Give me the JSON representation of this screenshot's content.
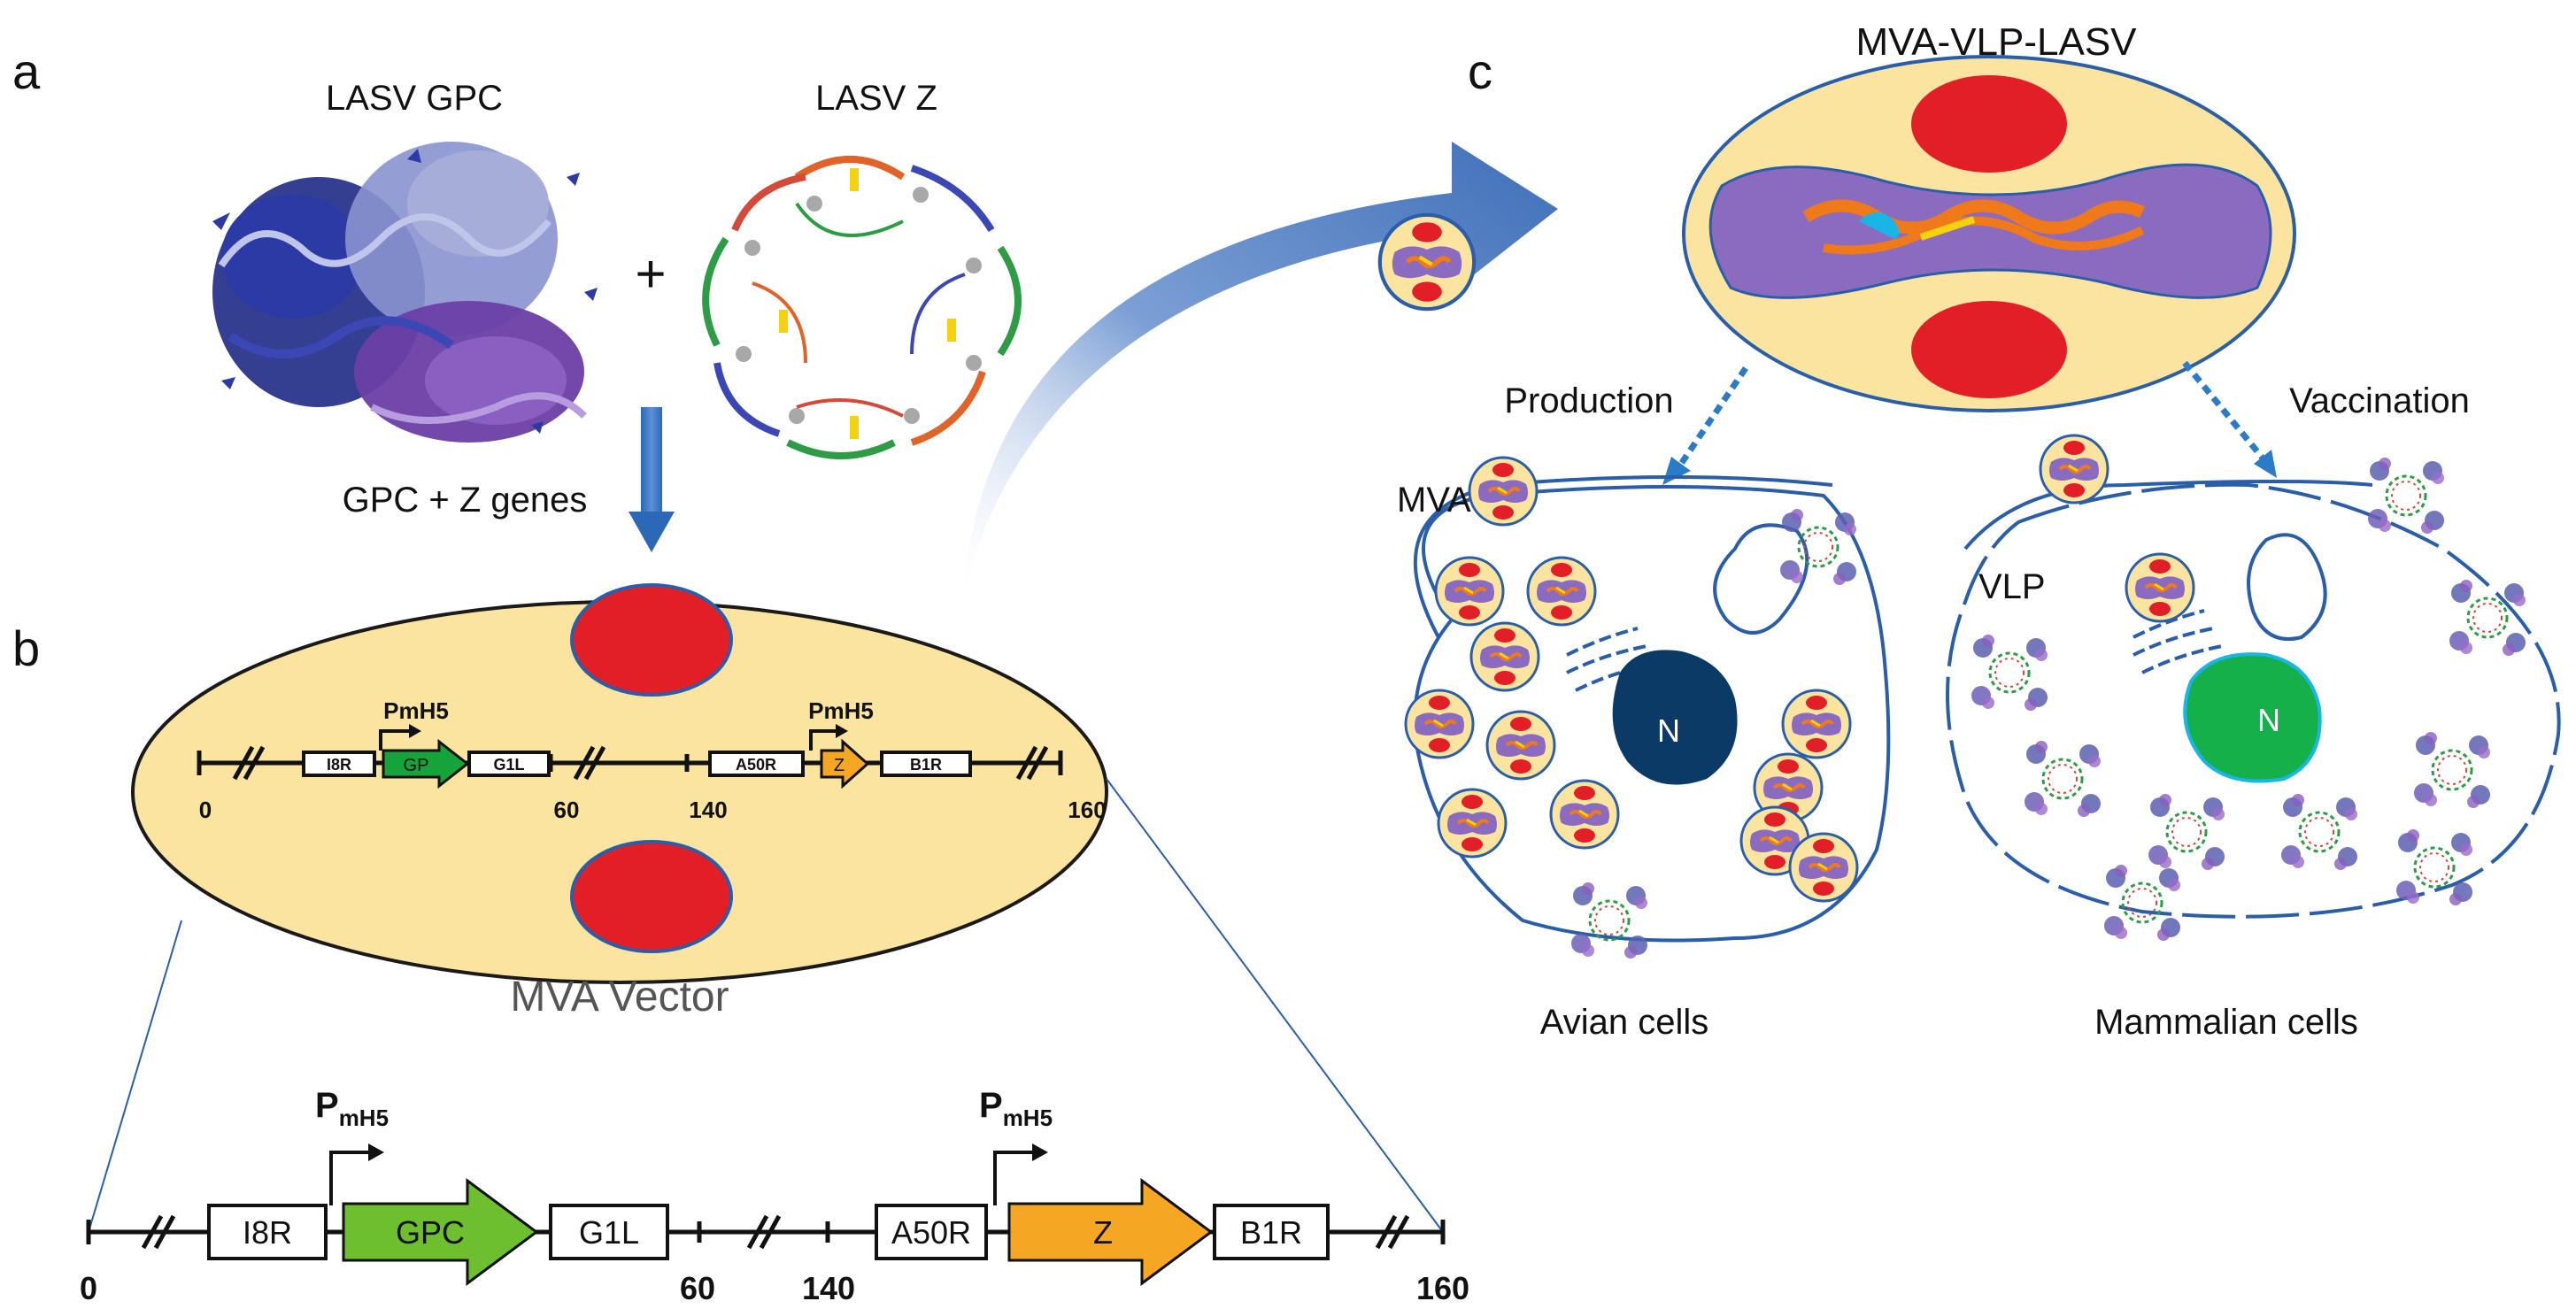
{
  "panels": {
    "a": "a",
    "b": "b",
    "c": "c"
  },
  "panel_a": {
    "gpc_title": "LASV GPC",
    "z_title": "LASV  Z",
    "plus": "+",
    "genes_label": "GPC + Z genes"
  },
  "panel_b": {
    "promoter_small_1": "PmH5",
    "promoter_small_2": "PmH5",
    "small_genes": [
      "I8R",
      "GP",
      "G1L",
      "A50R",
      "Z",
      "B1R"
    ],
    "small_ticks": [
      "0",
      "60",
      "140",
      "160"
    ],
    "vector_label": "MVA Vector",
    "promoter_big_main": "P",
    "promoter_big_sub": "mH5",
    "big_genes": [
      "I8R",
      "GPC",
      "G1L",
      "A50R",
      "Z",
      "B1R"
    ],
    "big_ticks": [
      "0",
      "60",
      "140",
      "160"
    ]
  },
  "panel_c": {
    "title": "MVA-VLP-LASV",
    "production": "Production",
    "vaccination": "Vaccination",
    "mva": "MVA",
    "vlp": "VLP",
    "nucleus_1": "N",
    "nucleus_2": "N",
    "avian": "Avian cells",
    "mammalian": "Mammalian cells"
  },
  "colors": {
    "vector_fill": "#fbe3a0",
    "red": "#e21f26",
    "purple": "#8a6bbf",
    "gpc_green": "#6dbf2f",
    "z_orange": "#f5a623",
    "arrow_blue": "#3f74c1",
    "nucleus_navy": "#0c3a66",
    "nucleus_green": "#15b04a",
    "line_blue": "#2a5ea8"
  }
}
